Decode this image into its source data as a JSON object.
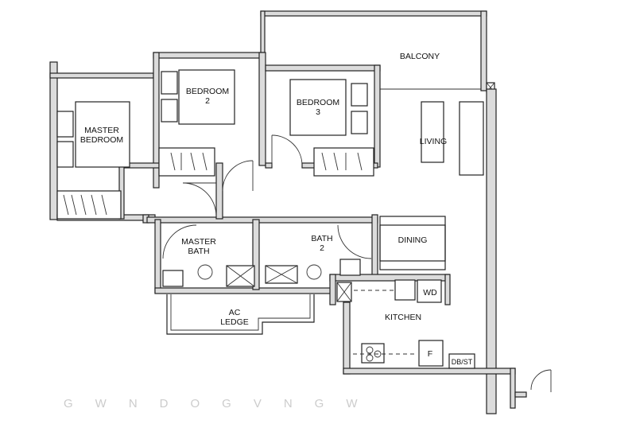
{
  "rooms": {
    "balcony": "BALCONY",
    "master_bedroom_1": "MASTER",
    "master_bedroom_2": "BEDROOM",
    "bedroom2_1": "BEDROOM",
    "bedroom2_2": "2",
    "bedroom3_1": "BEDROOM",
    "bedroom3_2": "3",
    "living": "LIVING",
    "master_bath_1": "MASTER",
    "master_bath_2": "BATH",
    "bath2_1": "BATH",
    "bath2_2": "2",
    "dining": "DINING",
    "wd": "WD",
    "kitchen": "KITCHEN",
    "ac_ledge_1": "AC",
    "ac_ledge_2": "LEDGE",
    "fridge": "F",
    "db_st": "DB/ST"
  },
  "watermark": "GWNDOGVNGW"
}
